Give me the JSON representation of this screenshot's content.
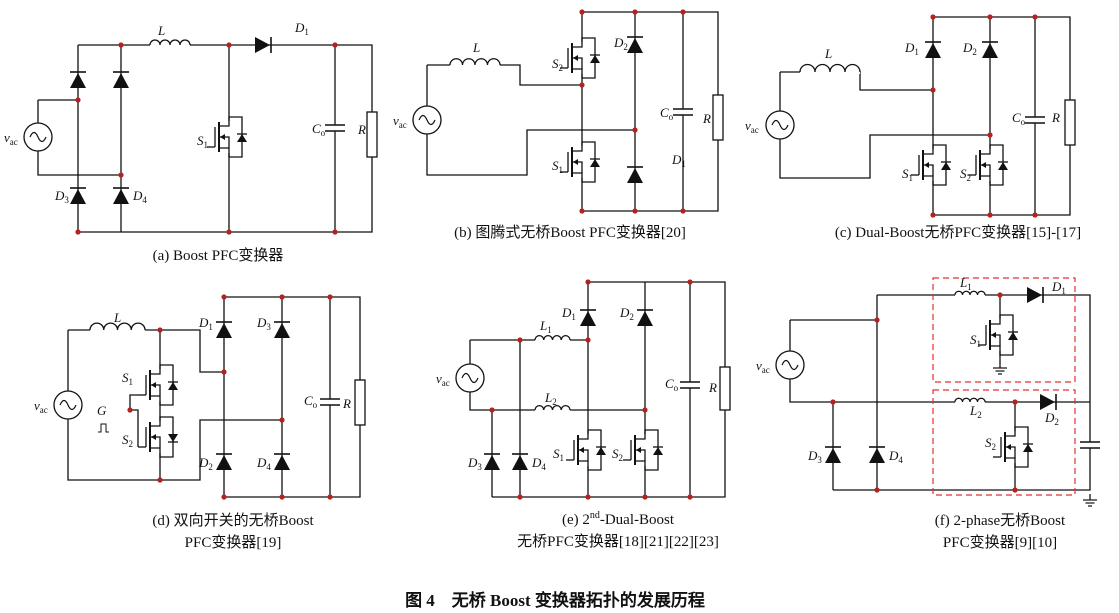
{
  "figure_title": "图 4　无桥 Boost 变换器拓扑的发展历程",
  "colors": {
    "wire": "#111111",
    "node": "#b22222",
    "dashed_box": "#e03030"
  },
  "panels": {
    "a": {
      "caption": [
        "(a) Boost PFC变换器"
      ],
      "labels": [
        {
          "t": "L",
          "s": ""
        },
        {
          "t": "D",
          "s": "1"
        },
        {
          "t": "S",
          "s": "1"
        },
        {
          "t": "C",
          "s": "o"
        },
        {
          "t": "R",
          "s": ""
        },
        {
          "t": "v",
          "s": "ac"
        },
        {
          "t": "D",
          "s": "3"
        },
        {
          "t": "D",
          "s": "4"
        }
      ]
    },
    "b": {
      "caption": [
        "(b) 图腾式无桥Boost PFC变换器[20]"
      ],
      "labels": [
        {
          "t": "L",
          "s": ""
        },
        {
          "t": "S",
          "s": "2"
        },
        {
          "t": "S",
          "s": "1"
        },
        {
          "t": "D",
          "s": "2"
        },
        {
          "t": "D",
          "s": "1"
        },
        {
          "t": "C",
          "s": "o"
        },
        {
          "t": "R",
          "s": ""
        },
        {
          "t": "v",
          "s": "ac"
        }
      ]
    },
    "c": {
      "caption": [
        "(c) Dual-Boost无桥PFC变换器[15]-[17]"
      ],
      "labels": [
        {
          "t": "L",
          "s": ""
        },
        {
          "t": "D",
          "s": "1"
        },
        {
          "t": "D",
          "s": "2"
        },
        {
          "t": "C",
          "s": "o"
        },
        {
          "t": "R",
          "s": ""
        },
        {
          "t": "v",
          "s": "ac"
        },
        {
          "t": "S",
          "s": "1"
        },
        {
          "t": "S",
          "s": "2"
        }
      ]
    },
    "d": {
      "caption": [
        "(d) 双向开关的无桥Boost",
        "PFC变换器[19]"
      ],
      "labels": [
        {
          "t": "L",
          "s": ""
        },
        {
          "t": "S",
          "s": "1"
        },
        {
          "t": "S",
          "s": "2"
        },
        {
          "t": "G",
          "s": ""
        },
        {
          "t": "D",
          "s": "1"
        },
        {
          "t": "D",
          "s": "3"
        },
        {
          "t": "D",
          "s": "2"
        },
        {
          "t": "D",
          "s": "4"
        },
        {
          "t": "C",
          "s": "o"
        },
        {
          "t": "R",
          "s": ""
        },
        {
          "t": "v",
          "s": "ac"
        }
      ]
    },
    "e": {
      "caption_line1_prefix": "(e) 2",
      "caption_line1_sup": "nd",
      "caption_line1_suffix": "-Dual-Boost",
      "caption": [
        "无桥PFC变换器[18][21][22][23]"
      ],
      "labels": [
        {
          "t": "L",
          "s": "1"
        },
        {
          "t": "L",
          "s": "2"
        },
        {
          "t": "D",
          "s": "1"
        },
        {
          "t": "D",
          "s": "2"
        },
        {
          "t": "S",
          "s": "1"
        },
        {
          "t": "S",
          "s": "2"
        },
        {
          "t": "D",
          "s": "3"
        },
        {
          "t": "D",
          "s": "4"
        },
        {
          "t": "v",
          "s": "ac"
        },
        {
          "t": "C",
          "s": "o"
        },
        {
          "t": "R",
          "s": ""
        }
      ]
    },
    "f": {
      "caption": [
        "(f) 2-phase无桥Boost",
        "PFC变换器[9][10]"
      ],
      "labels": [
        {
          "t": "L",
          "s": "1"
        },
        {
          "t": "D",
          "s": "1"
        },
        {
          "t": "S",
          "s": "1"
        },
        {
          "t": "L",
          "s": "2"
        },
        {
          "t": "D",
          "s": "2"
        },
        {
          "t": "S",
          "s": "2"
        },
        {
          "t": "D",
          "s": "3"
        },
        {
          "t": "D",
          "s": "4"
        },
        {
          "t": "v",
          "s": "ac"
        }
      ]
    }
  }
}
